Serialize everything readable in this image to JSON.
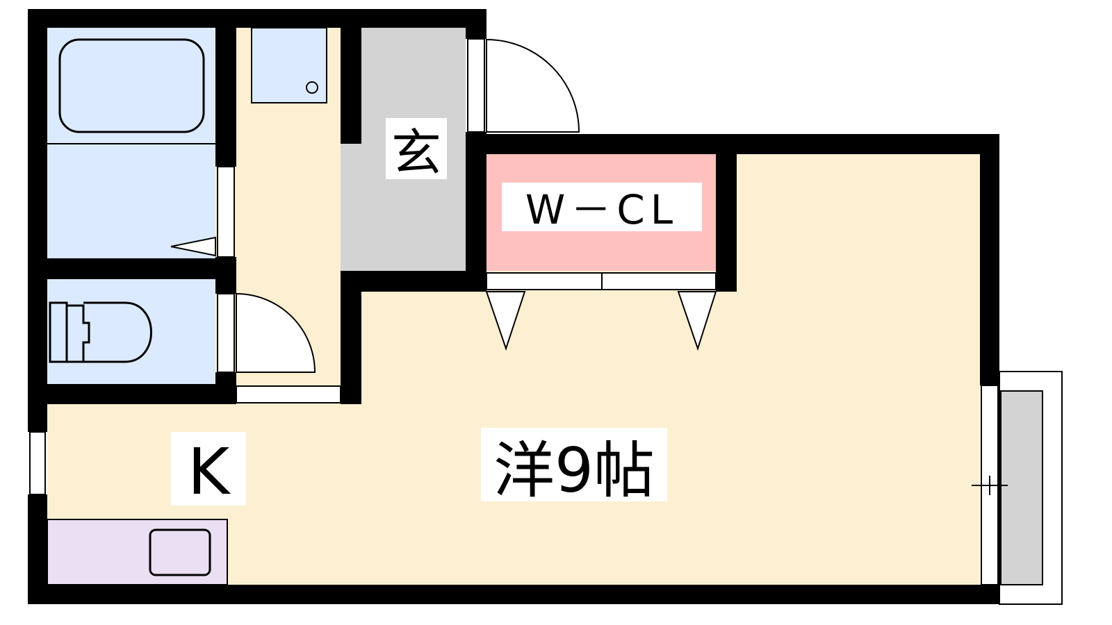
{
  "rooms": {
    "entrance": {
      "label": "玄"
    },
    "closet": {
      "label": "W－CL"
    },
    "western_room": {
      "label": "洋9帖"
    },
    "kitchen": {
      "label": "K"
    }
  },
  "colors": {
    "wall": "#000000",
    "wet_area": "#dbeafe",
    "floor": "#fdf0d2",
    "entrance": "#d3d3d3",
    "closet": "#ffc0c0",
    "kitchen_counter": "#ebdff3",
    "balcony": "#d3d3d3"
  }
}
